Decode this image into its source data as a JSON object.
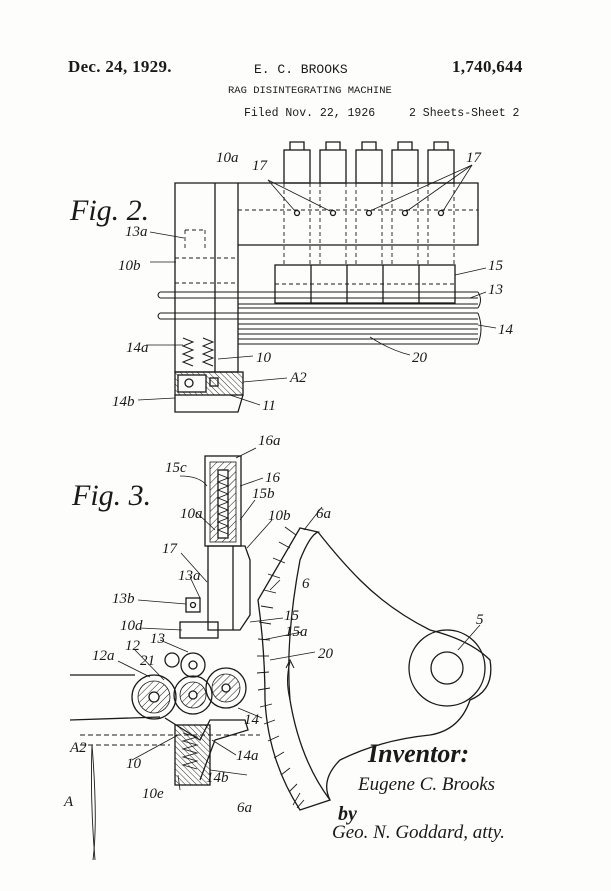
{
  "header": {
    "date": "Dec. 24, 1929.",
    "inventor_name": "E. C. BROOKS",
    "patent_number": "1,740,644",
    "title": "RAG DISINTEGRATING MACHINE",
    "filed": "Filed Nov. 22, 1926",
    "sheets": "2 Sheets-Sheet 2"
  },
  "figures": {
    "fig2": {
      "caption": "Fig. 2.",
      "labels": {
        "l10a": "10a",
        "l17a": "17",
        "l17b": "17",
        "l13a": "13a",
        "l10b": "10b",
        "l15": "15",
        "l13": "13",
        "l14": "14",
        "l14a": "14a",
        "l20": "20",
        "l10": "10",
        "lA2": "A2",
        "l14b": "14b",
        "l11": "11"
      }
    },
    "fig3": {
      "caption": "Fig. 3.",
      "labels": {
        "l16a": "16a",
        "l15c": "15c",
        "l16": "16",
        "l15b": "15b",
        "l10a": "10a",
        "l10b": "10b",
        "l6a_top": "6a",
        "l17": "17",
        "l6": "6",
        "l13a": "13a",
        "l13b": "13b",
        "l15": "15",
        "l10d": "10d",
        "l13": "13",
        "l15a": "15a",
        "l5": "5",
        "l12a": "12a",
        "l12": "12",
        "l21": "21",
        "l20": "20",
        "l14": "14",
        "lA2": "A2",
        "l10": "10",
        "l14a": "14a",
        "l14b": "14b",
        "l10e": "10e",
        "lA": "A",
        "l6a_bot": "6a"
      }
    }
  },
  "signature": {
    "inventor_label": "Inventor:",
    "inventor_sig": "Eugene C. Brooks",
    "by": "by",
    "attorney_sig": "Geo. N. Goddard, atty."
  }
}
